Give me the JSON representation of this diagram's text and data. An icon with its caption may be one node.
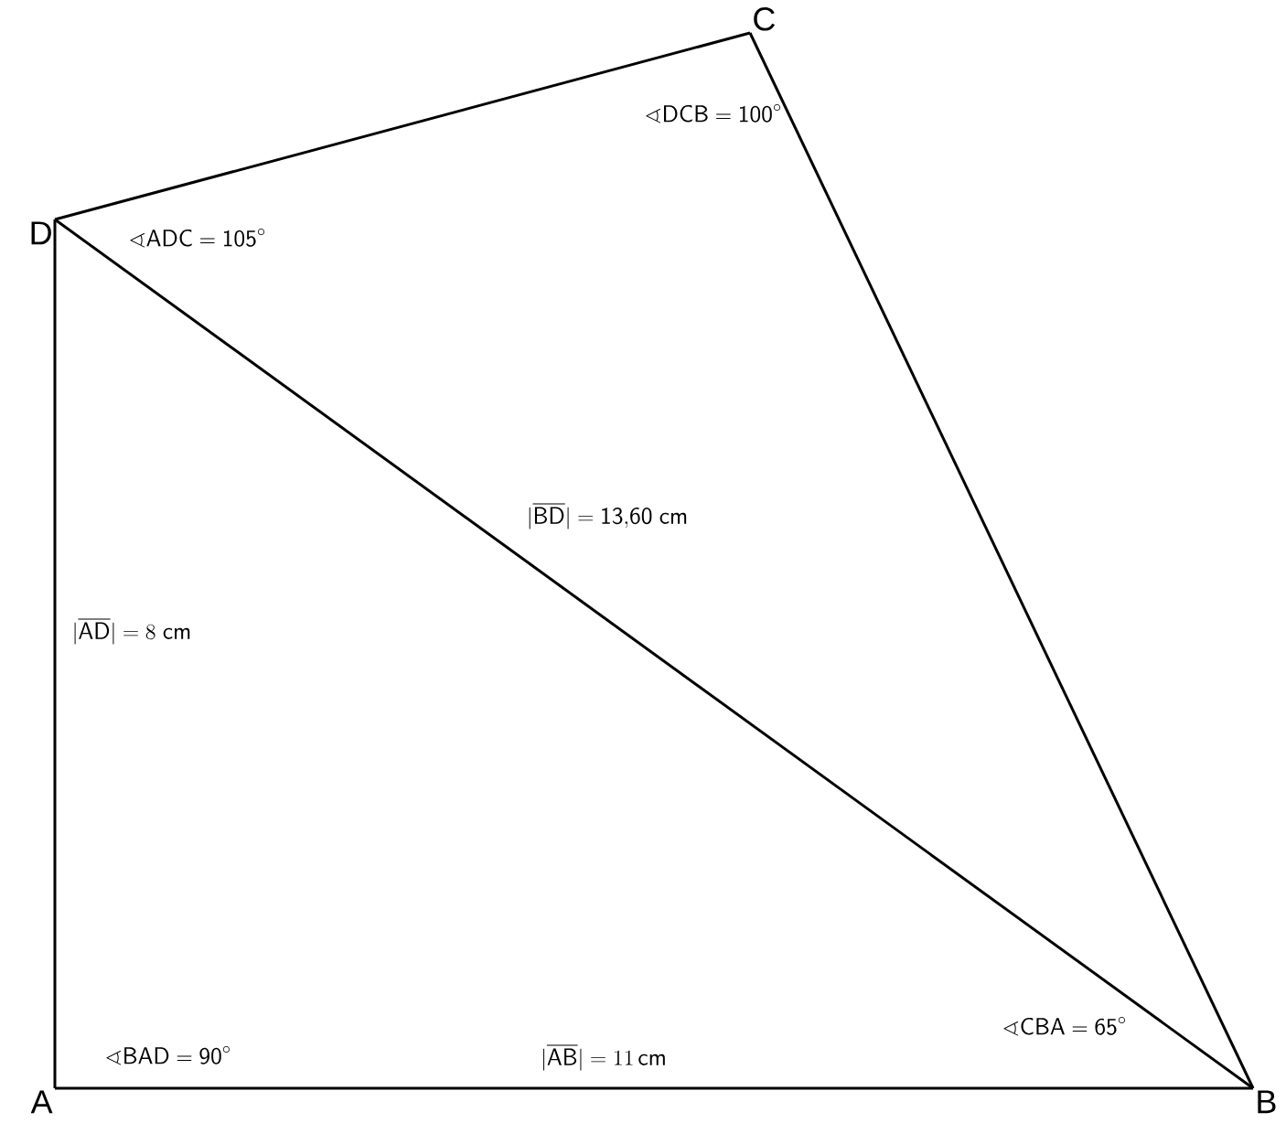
{
  "diagram": {
    "nodes": [
      {
        "text": [
          "A"
        ]
      },
      {
        "text": [
          "B"
        ]
      },
      {
        "text": [
          "C"
        ]
      },
      {
        "text": [
          "D"
        ]
      }
    ],
    "edges": [
      {
        "from": 0,
        "to": 1,
        "arrow": "none",
        "label": "\\lvert\\overline{\\mathsf{AB}}\\rvert = 11\\,\\mathsf{cm}"
      },
      {
        "from": 1,
        "to": 2,
        "arrow": "none"
      },
      {
        "from": 2,
        "to": 3,
        "arrow": "none"
      },
      {
        "from": 3,
        "to": 0,
        "arrow": "none",
        "label": "\\lvert\\overline{\\mathsf{AD}}\\rvert = 8\\ \\mathsf{cm}"
      },
      {
        "from": 3,
        "to": 1,
        "arrow": "none",
        "label": "\\lvert\\overline{\\mathsf{BD}}\\rvert = \\mathsf{13{,}60\\ cm}"
      }
    ],
    "labels": [
      "\\sphericalangle\\mathsf{DCB} = \\mathsf{100}^\\circ",
      "\\sphericalangle\\mathsf{ADC} = \\mathsf{105}^\\circ",
      "\\sphericalangle\\mathsf{CBA} = \\mathsf{65}^\\circ",
      "\\sphericalangle\\mathsf{BAD} = \\mathsf{90}^\\circ"
    ]
  }
}
